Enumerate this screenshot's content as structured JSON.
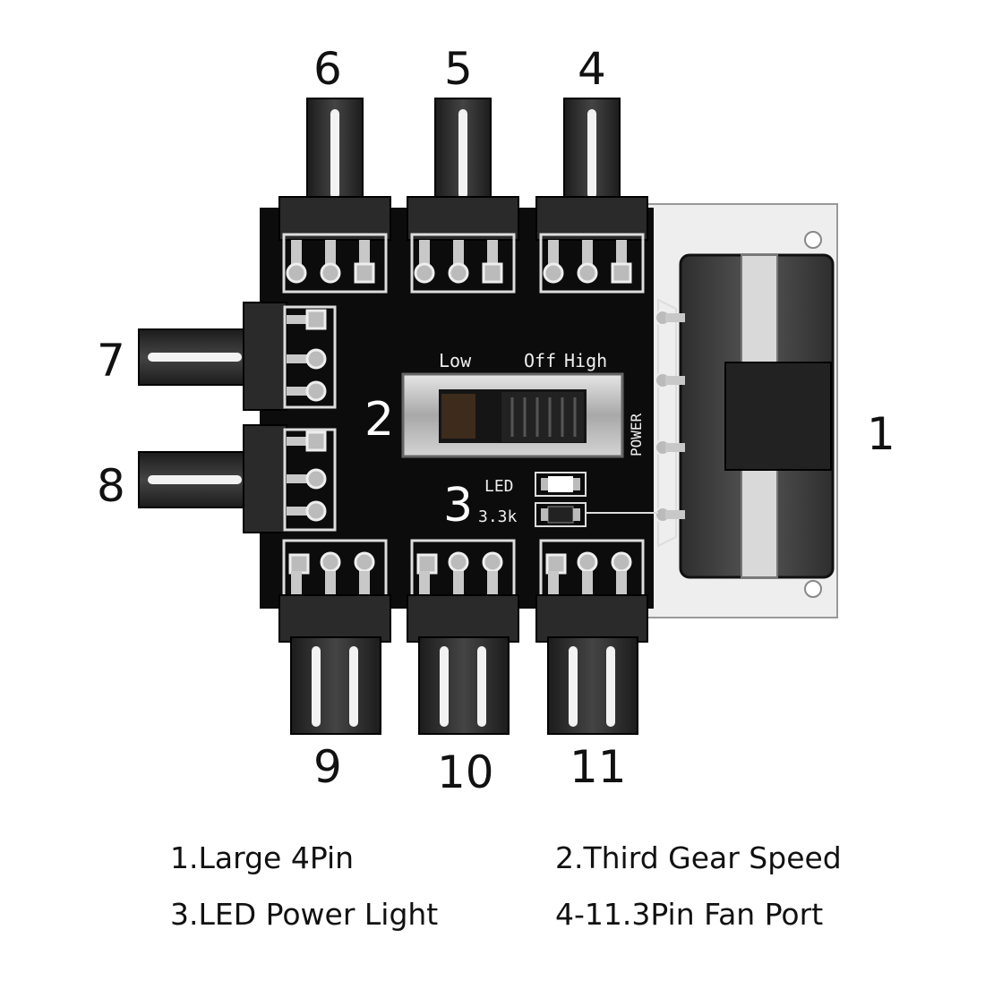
{
  "callouts": {
    "n1": "1",
    "n2": "2",
    "n3": "3",
    "n4": "4",
    "n5": "5",
    "n6": "6",
    "n7": "7",
    "n8": "8",
    "n9": "9",
    "n10": "10",
    "n11": "11"
  },
  "board": {
    "switch_low": "Low",
    "switch_off": "Off",
    "switch_high": "High",
    "led_label": "LED",
    "resistor_label": "3.3k",
    "power_label": "POWER"
  },
  "legend": {
    "item1": "1.Large 4Pin",
    "item2": "2.Third Gear Speed",
    "item3": "3.LED Power Light",
    "item4": "4-11.3Pin Fan Port"
  },
  "colors": {
    "pcb": "#0c0c0c",
    "connector": "#2a2a2a",
    "pin_metal": "#c8c8c8",
    "switch_body": "#b9b9b9",
    "switch_knob": "#3d2b1c"
  }
}
